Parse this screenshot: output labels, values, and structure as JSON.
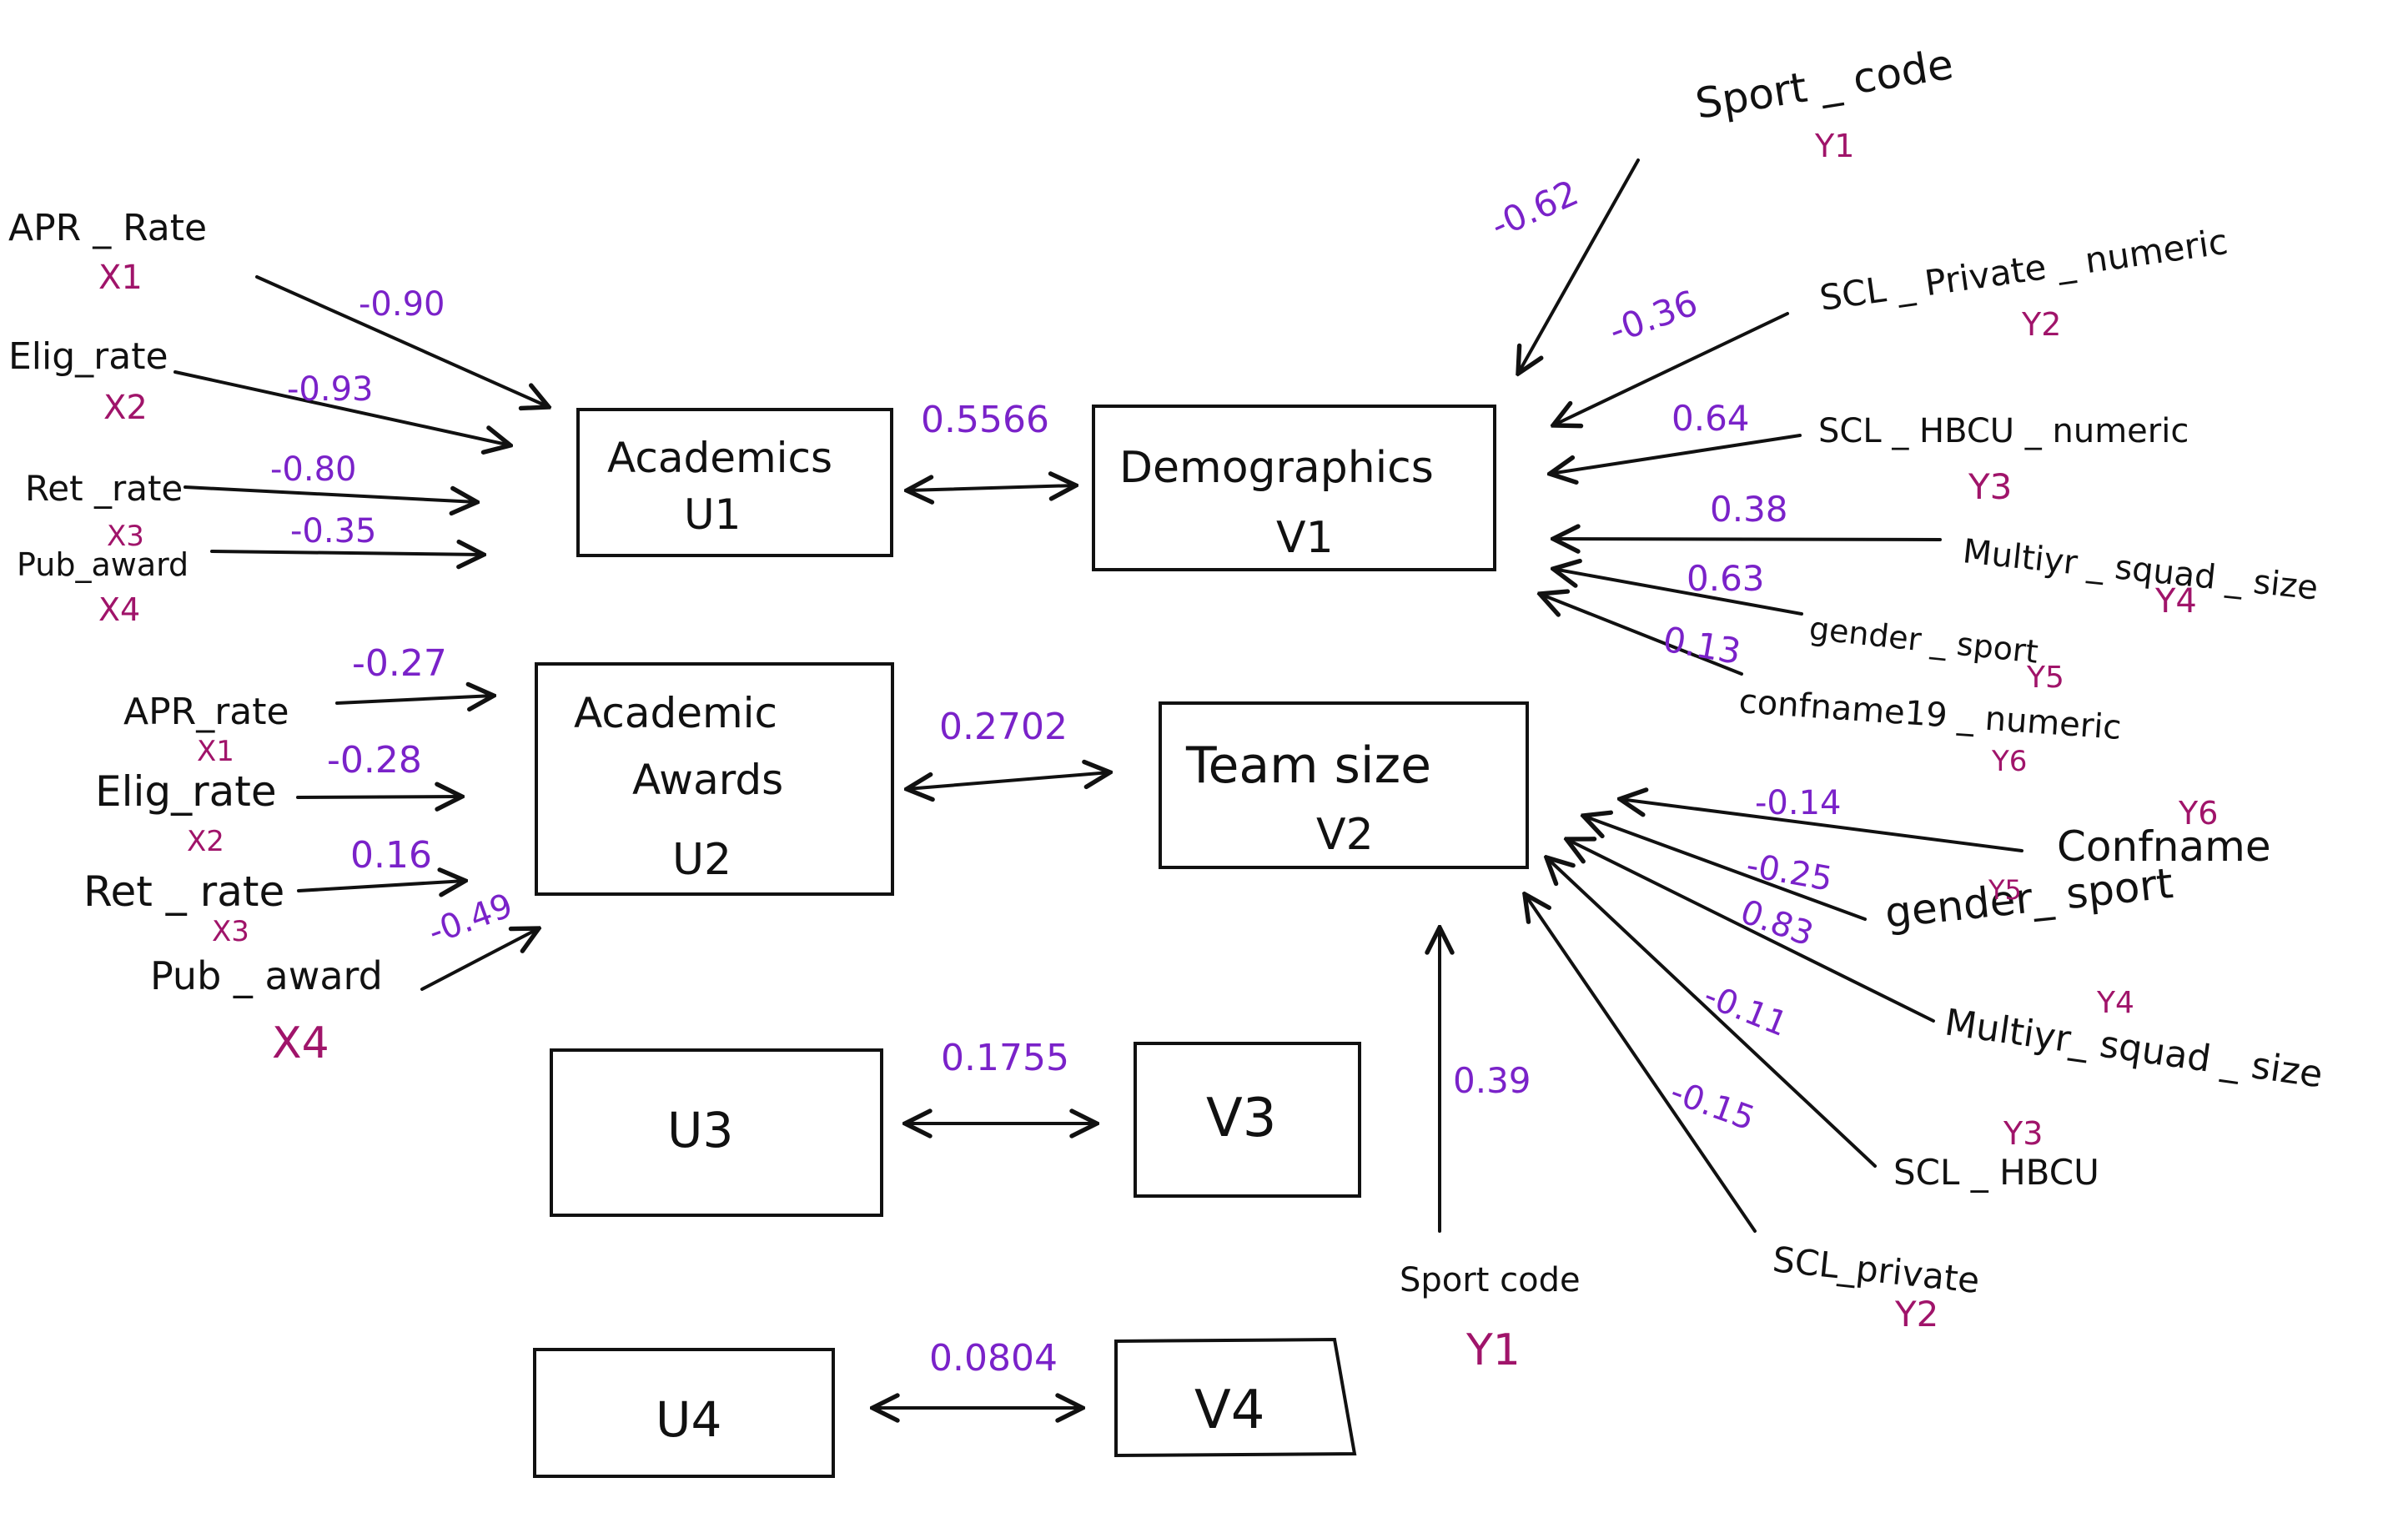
{
  "boxes": {
    "u1": {
      "line1": "Academics",
      "line2": "U1"
    },
    "v1": {
      "line1": "Demographics",
      "line2": "V1"
    },
    "u2": {
      "line1": "Academic",
      "line2": "Awards",
      "line3": "U2"
    },
    "v2": {
      "line1": "Team size",
      "line2": "V2"
    },
    "u3": {
      "label": "U3"
    },
    "v3": {
      "label": "V3"
    },
    "u4": {
      "label": "U4"
    },
    "v4": {
      "label": "V4"
    }
  },
  "correlations": {
    "u1_v1": "0.5566",
    "u2_v2": "0.2702",
    "u3_v3": "0.1755",
    "u4_v4": "0.0804"
  },
  "u1_inputs": [
    {
      "name": "APR _ Rate",
      "sub": "X1",
      "weight": "-0.90"
    },
    {
      "name": "Elig_rate",
      "sub": "X2",
      "weight": "-0.93"
    },
    {
      "name": "Ret _rate",
      "sub": "X3",
      "weight": "-0.80"
    },
    {
      "name": "Pub_award",
      "sub": "X4",
      "weight": "-0.35"
    }
  ],
  "u2_inputs": [
    {
      "name": "APR_rate",
      "sub": "X1",
      "weight": "-0.27"
    },
    {
      "name": "Elig_rate",
      "sub": "X2",
      "weight": "-0.28"
    },
    {
      "name": "Ret _ rate",
      "sub": "X3",
      "weight": "0.16"
    },
    {
      "name": "Pub _ award",
      "sub": "X4",
      "weight": "-0.49"
    }
  ],
  "v1_inputs": [
    {
      "name": "Sport _ code",
      "sub": "Y1",
      "weight": "-0.62"
    },
    {
      "name": "SCL _ Private _ numeric",
      "sub": "Y2",
      "weight": "-0.36"
    },
    {
      "name": "SCL _ HBCU _ numeric",
      "sub": "Y3",
      "weight": "0.64"
    },
    {
      "name": "Multiyr _ squad _ size",
      "sub": "Y4",
      "weight": "0.38"
    },
    {
      "name": "gender _ sport",
      "sub": "Y5",
      "weight": "0.63"
    },
    {
      "name": "confname19 _ numeric",
      "sub": "Y6",
      "weight": "0.13"
    }
  ],
  "v2_inputs": [
    {
      "name": "Confname",
      "sub": "Y6",
      "weight": "-0.14"
    },
    {
      "name": "gender_ sport",
      "sub": "Y5",
      "weight": "-0.25"
    },
    {
      "name": "Multiyr_ squad _ size",
      "sub": "Y4",
      "weight": "0.83"
    },
    {
      "name": "SCL _ HBCU",
      "sub": "Y3",
      "weight": "-0.11"
    },
    {
      "name": "SCL_private",
      "sub": "Y2",
      "weight": "-0.15"
    },
    {
      "name": "Sport code",
      "sub": "Y1",
      "weight": "0.39"
    }
  ],
  "colors": {
    "ink": "#111111",
    "weight": "#7a22c9",
    "subscript": "#a0146a",
    "background": "#ffffff"
  }
}
